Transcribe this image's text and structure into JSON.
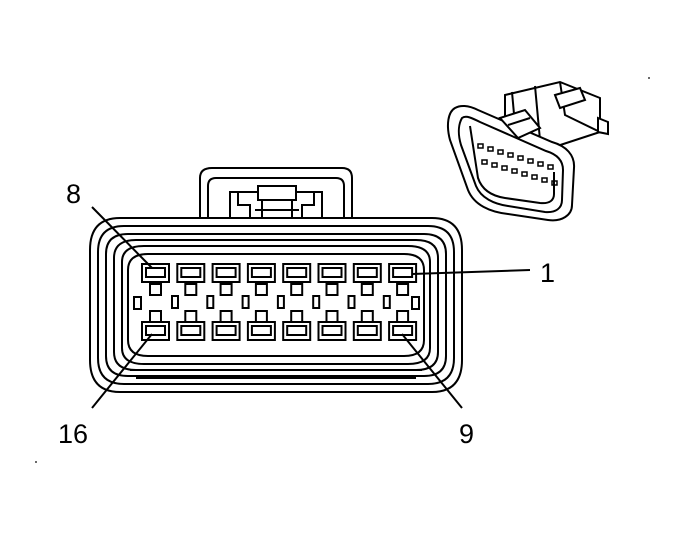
{
  "pin_labels": {
    "pin_8": "8",
    "pin_1": "1",
    "pin_16": "16",
    "pin_9": "9"
  },
  "connector": {
    "cavities_per_row": 8,
    "rows": 2,
    "total_cavities": 16
  },
  "colors": {
    "stroke": "#000000",
    "background": "#ffffff"
  }
}
